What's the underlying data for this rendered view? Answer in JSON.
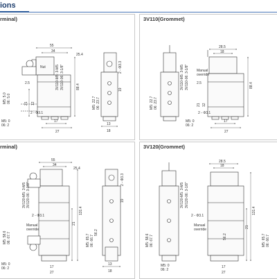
{
  "header": {
    "title": "ions"
  },
  "panels": {
    "tl": {
      "label": "rminal)"
    },
    "tr": {
      "label": "3V110(Grommet)"
    },
    "bl": {
      "label": "rminal)"
    },
    "br": {
      "label": "3V120(Grommet)"
    }
  },
  "dims": {
    "tl": {
      "d55": "55",
      "d34": "34",
      "d254": "25.4",
      "port1": "3V110-M5: 3-M5",
      "port2": "3V110-06: 3-1/8\"",
      "d884": "88.4",
      "d25": "2.5",
      "d21": "21",
      "d12": "12",
      "hole": "2 - Φ3.1",
      "d17": "17",
      "d27": "27",
      "m5a": "M5: 5.0",
      "g06a": "06: 5.0",
      "m5b": "M5: 22.7",
      "g06b": "06: 23.7",
      "m5c": "M5: 0",
      "g06c": "06: 2",
      "d18": "18",
      "d13": "13",
      "d19": "19",
      "d33": "2 - Φ3.3",
      "nut": "Nut"
    },
    "tr": {
      "d285": "28.5",
      "d18": "18",
      "port1": "3V110-M5: 3-M5",
      "port2": "3V110-06: 3-1/8\"",
      "manual": "Manual",
      "override": "override",
      "d884": "88.4",
      "d25": "2.5",
      "d21": "21",
      "d12": "12",
      "hole": "2 - Φ3.1",
      "d17": "17",
      "d27": "27",
      "m5a": "M5: 22.7",
      "g06a": "06: 23.7",
      "m5b": "M5: 0",
      "g06b": "06: 2"
    },
    "bl": {
      "d55": "55",
      "d34": "34",
      "d254": "25.4",
      "port1": "3V120-M5: 3-M5",
      "port2": "3V120-06: 3-1/8\"",
      "hole": "2 - Φ3.1",
      "manual": "Manual",
      "override": "override",
      "d21": "21",
      "d1314": "131.4",
      "d562": "56.2",
      "m5a": "M5: 58.6",
      "g06a": "06: 67.7",
      "m5b": "M5: 65.7",
      "g06b": "06: 66.7",
      "m5c": "M5: 0",
      "g06c": "06: 2",
      "d19": "19",
      "d33": "2 - Φ3.3",
      "d17": "17",
      "d27": "27",
      "d18": "18",
      "d13": "13"
    },
    "br": {
      "d285": "28.5",
      "d18": "18",
      "port1": "3V120-M5: 3-M5",
      "port2": "3V120-06: 3-1/8\"",
      "hole": "2 - Φ3.1",
      "manual": "Manual",
      "override": "override",
      "d21": "21",
      "d1314": "131.4",
      "d562": "56.2",
      "m5a": "M5: 58.6",
      "g06a": "06: 67.7",
      "m5b": "M5: 65.7",
      "g06b": "06: 66.7",
      "m5c": "M5: 0",
      "g06c": "06: 2",
      "d17": "17",
      "d27": "27"
    }
  }
}
